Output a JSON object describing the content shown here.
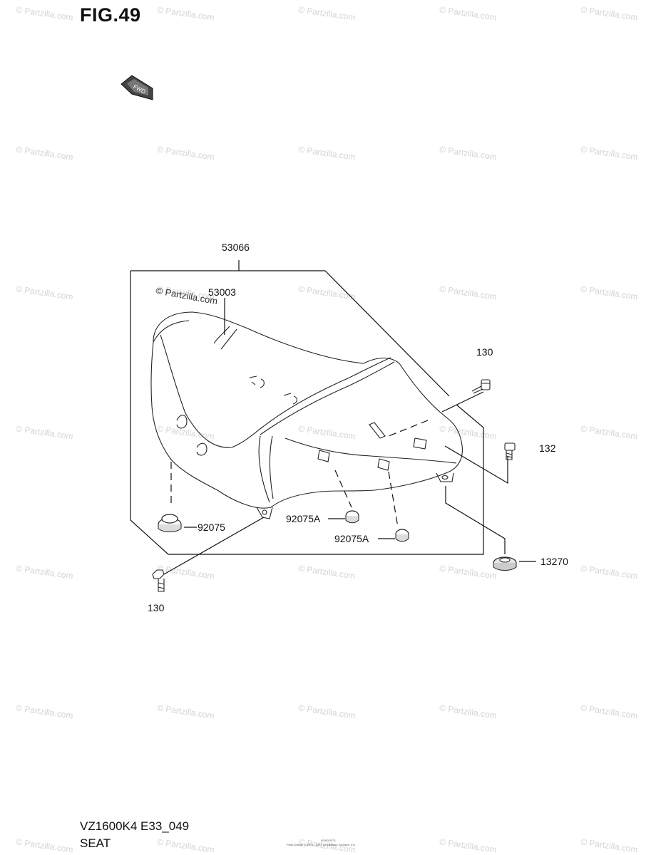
{
  "figure": {
    "title": "FIG.49",
    "model_code": "VZ1600K4 E33_049",
    "section_name": "SEAT",
    "fwd_label": "FWD",
    "copyright_mark": "© Partzilla.com",
    "fine_print_1": "00001P073",
    "fine_print_2": "Parts Design (c)2001 - 2017 Ari Network Services, Inc."
  },
  "watermark": {
    "text": "© Partzilla.com",
    "color": "#d4d4d4"
  },
  "callouts": {
    "seat_assy": "53066",
    "seat_cover": "53003",
    "bolt_top": "130",
    "bolt_bottom": "130",
    "screw": "132",
    "damper_left": "92075",
    "damper_mid": "92075A",
    "damper_right": "92075A",
    "washer": "13270"
  }
}
